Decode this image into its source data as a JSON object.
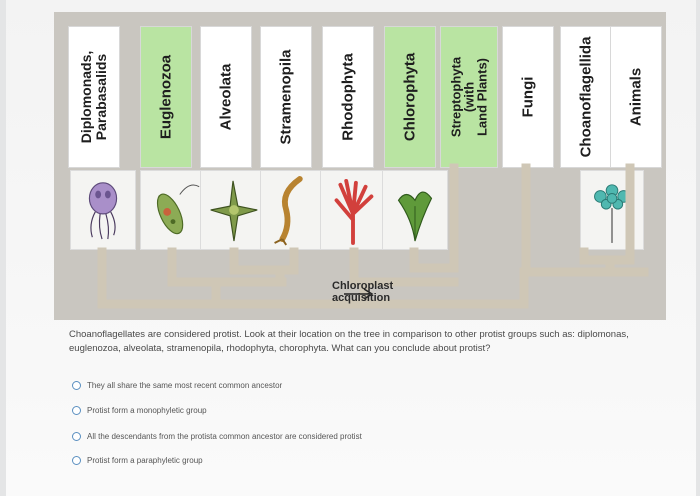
{
  "figure": {
    "groups": [
      {
        "label": "Diplomonads,\nParabasalids",
        "highlight": false
      },
      {
        "label": "Euglenozoa",
        "highlight": true
      },
      {
        "label": "Alveolata",
        "highlight": false
      },
      {
        "label": "Stramenopila",
        "highlight": false
      },
      {
        "label": "Rhodophyta",
        "highlight": false
      },
      {
        "label": "Chlorophyta",
        "highlight": true
      },
      {
        "label": "Streptophyta\n(with\nLand Plants)",
        "highlight": true
      },
      {
        "label": "Fungi",
        "highlight": false
      },
      {
        "label": "Choanoflagellida",
        "highlight": false
      },
      {
        "label": "Animals",
        "highlight": false
      }
    ],
    "annotation_line1": "Chloroplast",
    "annotation_line2": "acquisition",
    "colors": {
      "highlight": "#b9e4a2",
      "branch": "#cfc7b6",
      "background": "#c9c6c0"
    }
  },
  "question": {
    "text": "Choanoflagellates are considered protist. Look at their location on the tree in comparison to other protist groups such as: diplomonas, euglenozoa, alveolata, stramenopila, rhodophyta, chorophyta. What can you conclude about protist?"
  },
  "options": [
    {
      "label": "They all share the same most recent common ancestor"
    },
    {
      "label": "Protist form a monophyletic group"
    },
    {
      "label": "All the descendants from the protista common ancestor are considered protist"
    },
    {
      "label": "Protist form a paraphyletic group"
    }
  ]
}
